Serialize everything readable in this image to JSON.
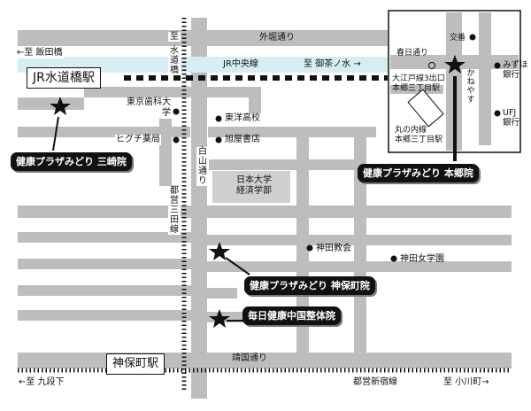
{
  "roads": {
    "sotobori": "外堀通り",
    "jr_line": "JR中央線",
    "hakusan": "白山通り",
    "yasukuni": "靖国通り",
    "toei_mita": "都営三田線",
    "toei_shinjuku": "都営新宿線",
    "suidobashi_street": "水道橋",
    "kasuga": "春日通り",
    "kanayasu": "かねやす"
  },
  "directions": {
    "to_iidabashi": "←至 飯田橋",
    "to_ochanomizu": "至 御茶ノ水 →",
    "to_shiro": "至",
    "to_kudanshita": "←至 九段下",
    "to_ogawamachi": "至 小川町→"
  },
  "stations": {
    "suidobashi": "JR水道橋駅",
    "jimbocho": "神保町駅"
  },
  "landmarks": {
    "tokyo_dental": "東京歯科大学",
    "higuchi": "ヒグチ薬局",
    "toyo_high": "東洋高校",
    "asahiya": "旭屋書店",
    "nihon_univ": "日本大学\n経済学部",
    "kanda_church": "神田教会",
    "kanda_girls": "神田女学園",
    "koban": "交番",
    "mizuho": "みずほ\n銀行",
    "ufj": "UFJ\n銀行",
    "oedo_exit": "大江戸線3出口\n本郷三丁目駅",
    "marunouchi": "丸の内線\n本郷三丁目駅"
  },
  "clinics": {
    "misaki": "健康プラザみどり 三崎院",
    "jimbocho": "健康プラザみどり 神保町院",
    "hongo": "健康プラザみどり 本郷院",
    "mainichi": "毎日健康中国整体院"
  },
  "colors": {
    "road": "#bdbdbd",
    "rail_band": "#d6eef3",
    "label_bg": "#111111"
  },
  "icons": [
    "star-icon",
    "dot-icon"
  ]
}
